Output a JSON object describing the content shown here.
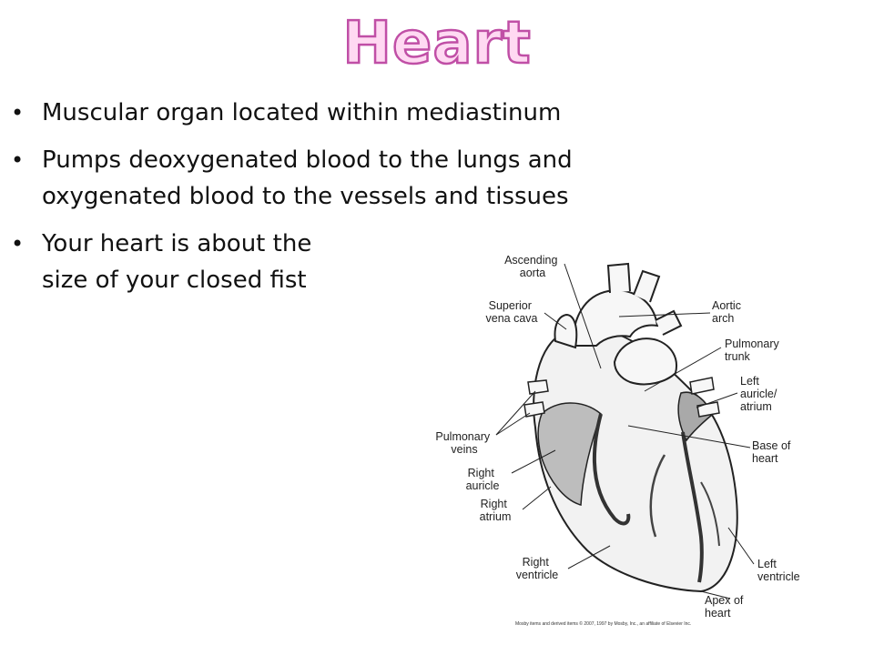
{
  "title": "Heart",
  "bullets": [
    "Muscular organ located within mediastinum",
    "Pumps deoxygenated blood to the lungs and oxygenated blood to the vessels and tissues",
    "Your heart is about the size of your closed fist"
  ],
  "diagram": {
    "labels": {
      "ascending_aorta": [
        "Ascending",
        "aorta"
      ],
      "superior_vena_cava": [
        "Superior",
        "vena cava"
      ],
      "aortic_arch": [
        "Aortic",
        "arch"
      ],
      "pulmonary_trunk": [
        "Pulmonary",
        "trunk"
      ],
      "left_auricle": [
        "Left",
        "auricle/",
        "atrium"
      ],
      "pulmonary_veins": [
        "Pulmonary",
        "veins"
      ],
      "base_of_heart": [
        "Base of",
        "heart"
      ],
      "right_auricle": [
        "Right",
        "auricle"
      ],
      "right_atrium": [
        "Right",
        "atrium"
      ],
      "right_ventricle": [
        "Right",
        "ventricle"
      ],
      "left_ventricle": [
        "Left",
        "ventricle"
      ],
      "apex_of_heart": [
        "Apex of",
        "heart"
      ]
    },
    "credit": "Mosby items and derived items © 2007, 1997 by Mosby, Inc., an affiliate of Elsevier Inc."
  }
}
